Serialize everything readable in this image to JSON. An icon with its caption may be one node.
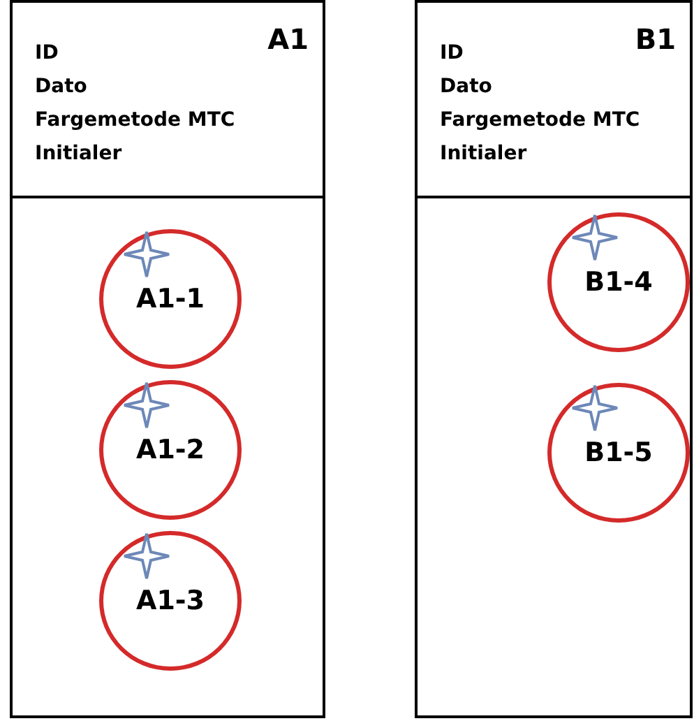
{
  "diagram": {
    "nodes": [
      {
        "text": [
          "ID",
          "Dato",
          "Fargemetode MTC",
          "Initialer",
          "A1"
        ]
      },
      {
        "text": [
          "A1-1"
        ],
        "in": 0
      },
      {
        "text": [
          "A1-2"
        ],
        "in": 0
      },
      {
        "text": [
          "A1-3"
        ],
        "in": 0
      },
      {
        "text": [
          "ID",
          "Dato",
          "Fargemetode MTC",
          "Initialer",
          "B1"
        ]
      },
      {
        "text": [
          "B1-4"
        ],
        "in": 4
      },
      {
        "text": [
          "B1-5"
        ],
        "in": 4
      }
    ],
    "edges": []
  }
}
